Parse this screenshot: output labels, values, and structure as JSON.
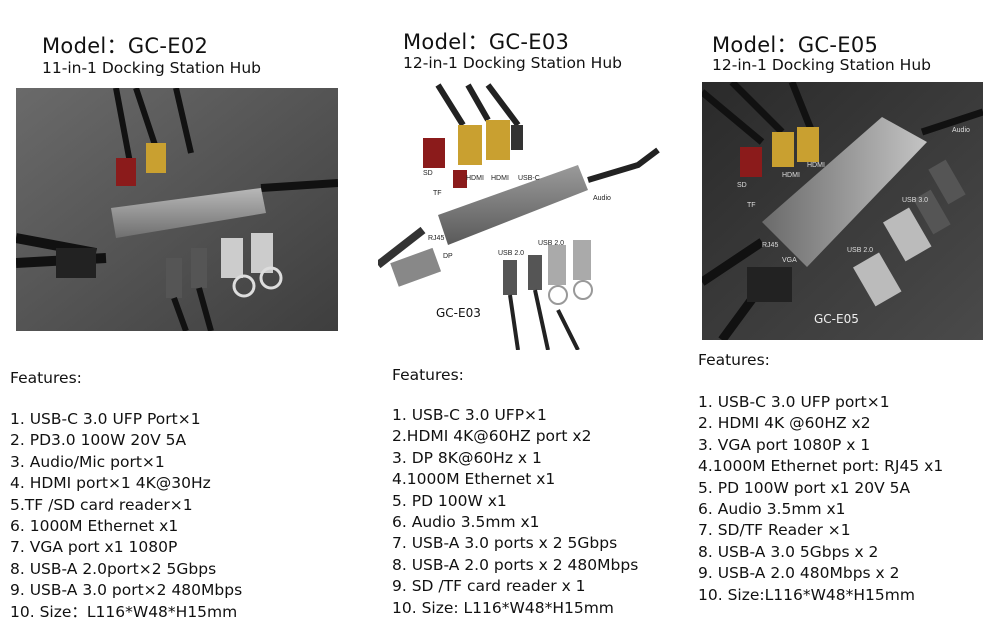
{
  "products": [
    {
      "model": "Model：GC-E02",
      "subtitle": "11-in-1 Docking Station Hub",
      "photo_label": "",
      "features_heading": "Features:",
      "features": [
        "1. USB-C 3.0 UFP Port×1",
        "2. PD3.0 100W 20V 5A",
        "3.  Audio/Mic port×1",
        "4. HDMI port×1 4K@30Hz",
        "5.TF /SD card reader×1",
        "6. 1000M Ethernet x1",
        "7. VGA port  x1 1080P",
        "8. USB-A 2.0port×2 5Gbps",
        "9. USB-A 3.0 port×2 480Mbps",
        "10. Size：L116*W48*H15mm"
      ]
    },
    {
      "model": "Model：GC-E03",
      "subtitle": "12-in-1 Docking Station Hub",
      "photo_label": "GC-E03",
      "features_heading": "Features:",
      "features": [
        "1. USB-C 3.0 UFP×1",
        "2.HDMI 4K@60HZ port x2",
        "3. DP 8K@60Hz x 1",
        "4.1000M Ethernet x1",
        "5. PD 100W x1",
        "6. Audio 3.5mm x1",
        "7. USB-A 3.0 ports x 2 5Gbps",
        "8. USB-A 2.0 ports x 2  480Mbps",
        "9. SD /TF card reader x 1",
        "10. Size: L116*W48*H15mm"
      ]
    },
    {
      "model": "Model：GC-E05",
      "subtitle": "12-in-1 Docking Station Hub",
      "photo_label": "GC-E05",
      "features_heading": "Features:",
      "features": [
        "1. USB-C 3.0 UFP port×1",
        "2. HDMI 4K @60HZ x2",
        "3. VGA port 1080P  x 1",
        "4.1000M Ethernet port: RJ45 x1",
        "5. PD 100W port x1 20V 5A",
        "6. Audio 3.5mm x1",
        "7. SD/TF Reader ×1",
        "8. USB-A 3.0 5Gbps x 2",
        "9. USB-A 2.0 480Mbps x 2",
        "10. Size:L116*W48*H15mm"
      ]
    }
  ]
}
